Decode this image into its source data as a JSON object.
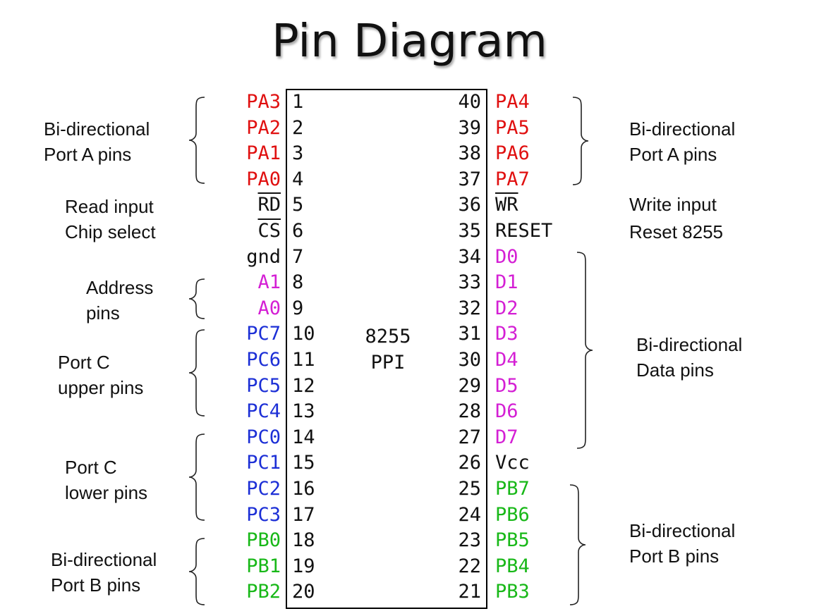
{
  "title": "Pin Diagram",
  "chip_label": [
    "8255",
    "PPI"
  ],
  "colors": {
    "port_a": "#e01010",
    "port_b": "#18b818",
    "port_c": "#1c2fd6",
    "data": "#d41fd4",
    "address": "#d41fd4",
    "control": "#111111"
  },
  "left_pins": [
    {
      "num": "1",
      "name": "PA3",
      "color": "port_a"
    },
    {
      "num": "2",
      "name": "PA2",
      "color": "port_a"
    },
    {
      "num": "3",
      "name": "PA1",
      "color": "port_a"
    },
    {
      "num": "4",
      "name": "PA0",
      "color": "port_a"
    },
    {
      "num": "5",
      "name": "RD",
      "color": "control",
      "overline": true
    },
    {
      "num": "6",
      "name": "CS",
      "color": "control",
      "overline": true
    },
    {
      "num": "7",
      "name": "gnd",
      "color": "control"
    },
    {
      "num": "8",
      "name": "A1",
      "color": "address"
    },
    {
      "num": "9",
      "name": "A0",
      "color": "address"
    },
    {
      "num": "10",
      "name": "PC7",
      "color": "port_c"
    },
    {
      "num": "11",
      "name": "PC6",
      "color": "port_c"
    },
    {
      "num": "12",
      "name": "PC5",
      "color": "port_c"
    },
    {
      "num": "13",
      "name": "PC4",
      "color": "port_c"
    },
    {
      "num": "14",
      "name": "PC0",
      "color": "port_c"
    },
    {
      "num": "15",
      "name": "PC1",
      "color": "port_c"
    },
    {
      "num": "16",
      "name": "PC2",
      "color": "port_c"
    },
    {
      "num": "17",
      "name": "PC3",
      "color": "port_c"
    },
    {
      "num": "18",
      "name": "PB0",
      "color": "port_b"
    },
    {
      "num": "19",
      "name": "PB1",
      "color": "port_b"
    },
    {
      "num": "20",
      "name": "PB2",
      "color": "port_b"
    }
  ],
  "right_pins": [
    {
      "num": "40",
      "name": "PA4",
      "color": "port_a"
    },
    {
      "num": "39",
      "name": "PA5",
      "color": "port_a"
    },
    {
      "num": "38",
      "name": "PA6",
      "color": "port_a"
    },
    {
      "num": "37",
      "name": "PA7",
      "color": "port_a"
    },
    {
      "num": "36",
      "name": "WR",
      "color": "control",
      "overline": true
    },
    {
      "num": "35",
      "name": "RESET",
      "color": "control"
    },
    {
      "num": "34",
      "name": "D0",
      "color": "data"
    },
    {
      "num": "33",
      "name": "D1",
      "color": "data"
    },
    {
      "num": "32",
      "name": "D2",
      "color": "data"
    },
    {
      "num": "31",
      "name": "D3",
      "color": "data"
    },
    {
      "num": "30",
      "name": "D4",
      "color": "data"
    },
    {
      "num": "29",
      "name": "D5",
      "color": "data"
    },
    {
      "num": "28",
      "name": "D6",
      "color": "data"
    },
    {
      "num": "27",
      "name": "D7",
      "color": "data"
    },
    {
      "num": "26",
      "name": "Vcc",
      "color": "control"
    },
    {
      "num": "25",
      "name": "PB7",
      "color": "port_b"
    },
    {
      "num": "24",
      "name": "PB6",
      "color": "port_b"
    },
    {
      "num": "23",
      "name": "PB5",
      "color": "port_b"
    },
    {
      "num": "22",
      "name": "PB4",
      "color": "port_b"
    },
    {
      "num": "21",
      "name": "PB3",
      "color": "port_b"
    }
  ],
  "left_groups": {
    "port_a": [
      "Bi-directional",
      "Port A pins"
    ],
    "read": "Read input",
    "chip_select": "Chip select",
    "address": [
      "Address",
      "pins"
    ],
    "port_c_upper": [
      "Port C",
      "upper pins"
    ],
    "port_c_lower": [
      "Port C",
      "lower pins"
    ],
    "port_b": [
      "Bi-directional",
      "Port B pins"
    ]
  },
  "right_groups": {
    "port_a": [
      "Bi-directional",
      "Port A pins"
    ],
    "write": "Write input",
    "reset": "Reset 8255",
    "data": [
      "Bi-directional",
      "Data pins"
    ],
    "port_b": [
      "Bi-directional",
      "Port B pins"
    ]
  }
}
